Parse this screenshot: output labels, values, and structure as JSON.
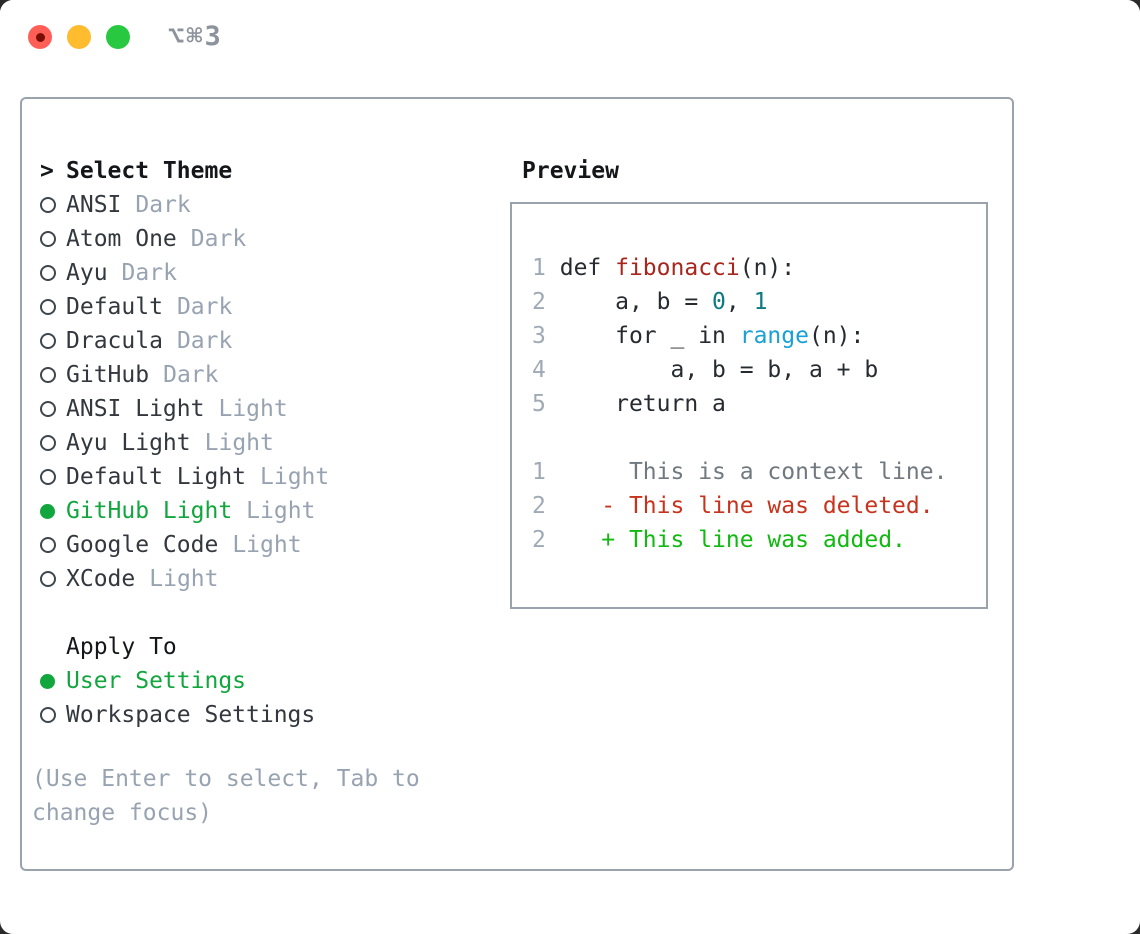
{
  "window": {
    "tab_title": "⌥⌘3",
    "controls": [
      "close",
      "minimize",
      "maximize"
    ]
  },
  "theme_picker": {
    "prompt": ">",
    "title": "Select Theme",
    "items": [
      {
        "name": "ANSI",
        "variant": "Dark",
        "selected": false
      },
      {
        "name": "Atom One",
        "variant": "Dark",
        "selected": false
      },
      {
        "name": "Ayu",
        "variant": "Dark",
        "selected": false
      },
      {
        "name": "Default",
        "variant": "Dark",
        "selected": false
      },
      {
        "name": "Dracula",
        "variant": "Dark",
        "selected": false
      },
      {
        "name": "GitHub",
        "variant": "Dark",
        "selected": false
      },
      {
        "name": "ANSI Light",
        "variant": "Light",
        "selected": false
      },
      {
        "name": "Ayu Light",
        "variant": "Light",
        "selected": false
      },
      {
        "name": "Default Light",
        "variant": "Light",
        "selected": false
      },
      {
        "name": "GitHub Light",
        "variant": "Light",
        "selected": true
      },
      {
        "name": "Google Code",
        "variant": "Light",
        "selected": false
      },
      {
        "name": "XCode",
        "variant": "Light",
        "selected": false
      }
    ],
    "apply_to": {
      "title": "Apply To",
      "options": [
        {
          "label": "User Settings",
          "selected": true
        },
        {
          "label": "Workspace Settings",
          "selected": false
        }
      ]
    },
    "hint": "(Use Enter to select, Tab to change focus)"
  },
  "preview": {
    "title": "Preview",
    "lines": [
      {
        "num": "1",
        "tokens": [
          {
            "t": "def ",
            "c": "code"
          },
          {
            "t": "fibonacci",
            "c": "func"
          },
          {
            "t": "(n):",
            "c": "code"
          }
        ]
      },
      {
        "num": "2",
        "tokens": [
          {
            "t": "    a, b = ",
            "c": "code"
          },
          {
            "t": "0",
            "c": "num"
          },
          {
            "t": ", ",
            "c": "code"
          },
          {
            "t": "1",
            "c": "num"
          }
        ]
      },
      {
        "num": "3",
        "tokens": [
          {
            "t": "    for _ in ",
            "c": "code"
          },
          {
            "t": "range",
            "c": "builtin"
          },
          {
            "t": "(n):",
            "c": "code"
          }
        ]
      },
      {
        "num": "4",
        "tokens": [
          {
            "t": "        a, b = b, a + b",
            "c": "code"
          }
        ]
      },
      {
        "num": "5",
        "tokens": [
          {
            "t": "    return a",
            "c": "code"
          }
        ]
      },
      {
        "num": "",
        "tokens": []
      },
      {
        "num": "1",
        "tokens": [
          {
            "t": "     This is a context line.",
            "c": "context"
          }
        ]
      },
      {
        "num": "2",
        "tokens": [
          {
            "t": "   - This line was deleted.",
            "c": "deleted"
          }
        ]
      },
      {
        "num": "2",
        "tokens": [
          {
            "t": "   + This line was added.",
            "c": "added"
          }
        ]
      }
    ]
  },
  "colors": {
    "selection_green": "#12a63e",
    "diff_added_green": "#11b911",
    "diff_deleted_red": "#c8331d",
    "context_gray": "#70797f",
    "function_red": "#a7271d",
    "number_teal": "#0c7a80",
    "builtin_blue": "#19a0d6",
    "muted_gray": "#98a3b1",
    "line_number_gray": "#9faab6",
    "border_gray": "#9aa3ac",
    "traffic_red": "#ff5f57",
    "traffic_yellow": "#febc2e",
    "traffic_green": "#28c840"
  }
}
